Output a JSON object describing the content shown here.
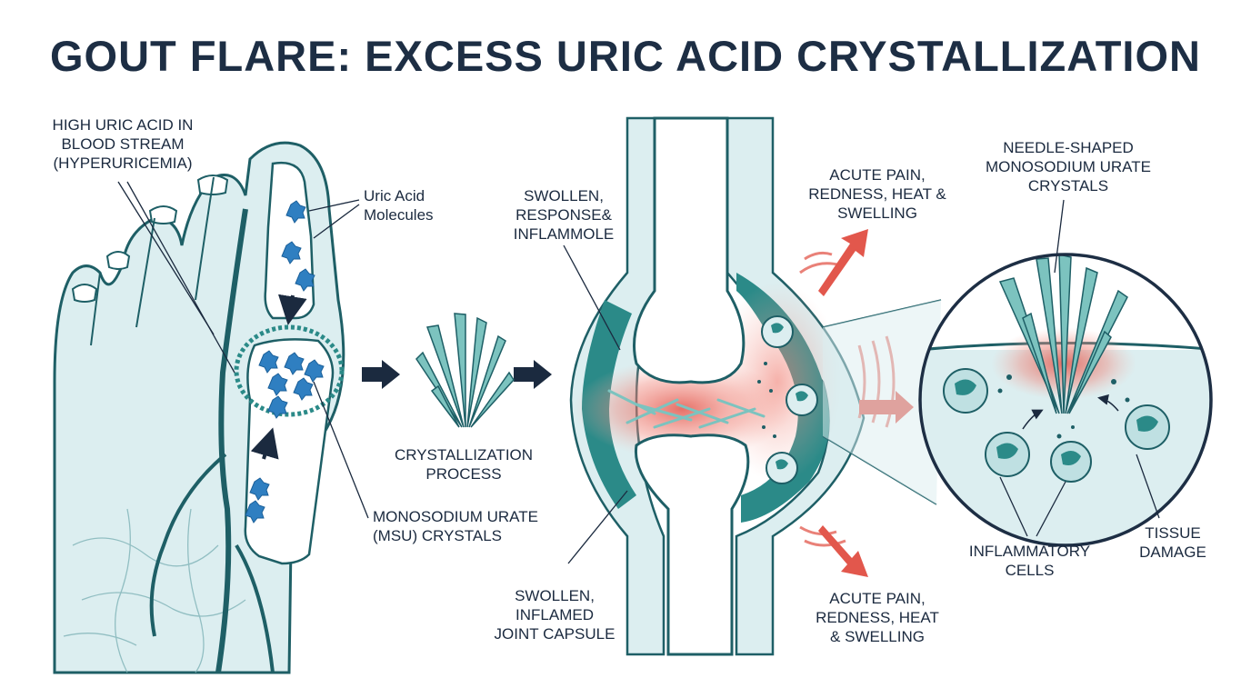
{
  "title": "GOUT FLARE: EXCESS URIC ACID CRYSTALLIZATION",
  "labels": {
    "hyperuricemia": [
      "HIGH URIC ACID IN",
      "BLOOD STREAM",
      "(HYPERURICEMIA)"
    ],
    "uric_acid_molecules": [
      "Uric Acid",
      "Molecules"
    ],
    "msu_crystals": [
      "MONOSODIUM URATE",
      "(MSU) CRYSTALS"
    ],
    "crystallization_process": [
      "CRYSTALLIZATION",
      "PROCESS"
    ],
    "swollen_response": [
      "SWOLLEN,",
      "RESPONSE&",
      "INFLAMMOLE"
    ],
    "swollen_capsule": [
      "SWOLLEN,",
      "INFLAMED",
      "JOINT CAPSULE"
    ],
    "acute_pain_top": [
      "ACUTE PAIN,",
      "REDNESS, HEAT &",
      "SWELLING"
    ],
    "acute_pain_bottom": [
      "ACUTE PAIN,",
      "REDNESS, HEAT",
      "& SWELLING"
    ],
    "needle_crystals": [
      "NEEDLE-SHAPED",
      "MONOSODIUM URATE",
      "CRYSTALS"
    ],
    "inflammatory_cells": [
      "INFLAMMATORY",
      "CELLS"
    ],
    "tissue_damage": [
      "TISSUE",
      "DAMAGE"
    ]
  },
  "colors": {
    "teal": "#2b8a88",
    "teal_dark": "#1e5f66",
    "light_blue": "#dceef0",
    "crystal_blue": "#2f7fc1",
    "inflammation_red": "#e2574c",
    "navy": "#1d2e44"
  }
}
